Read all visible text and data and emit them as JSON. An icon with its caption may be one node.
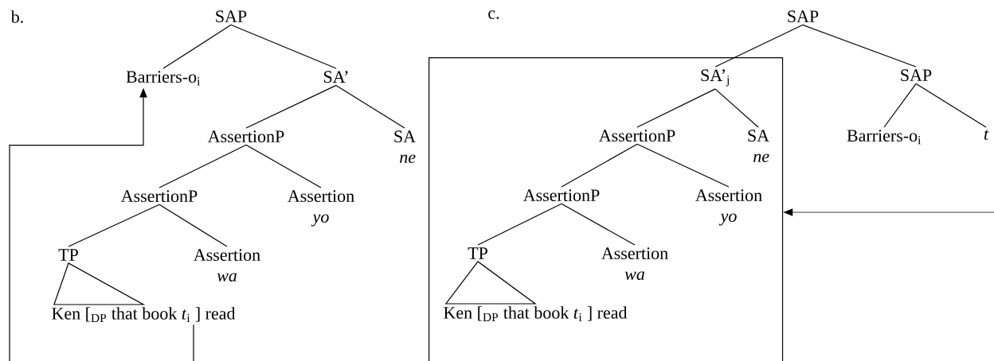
{
  "diagram": {
    "nodes": [
      {
        "text": [
          "SAP"
        ]
      },
      {
        "text": [
          "Barriers-o$_{i}$"
        ]
      },
      {
        "text": [
          "SA’"
        ]
      },
      {
        "text": [
          "AssertionP"
        ]
      },
      {
        "text": [
          "SA",
          "ne"
        ]
      },
      {
        "text": [
          "AssertionP"
        ]
      },
      {
        "text": [
          "Assertion",
          "yo"
        ]
      },
      {
        "text": [
          "TP"
        ]
      },
      {
        "text": [
          "Assertion",
          "wa"
        ]
      },
      {
        "text": [
          "Ken [$_{DP}$ that book *t*$_{i}$ ] read"
        ]
      },
      {
        "text": [
          "SAP"
        ]
      },
      {
        "text": [],
        "shape": "box"
      },
      {
        "text": [
          "SA’$_{j}$"
        ],
        "in": 11
      },
      {
        "text": [
          "AssertionP"
        ],
        "in": 11
      },
      {
        "text": [
          "SA",
          "ne"
        ],
        "in": 11
      },
      {
        "text": [
          "AssertionP"
        ],
        "in": 11
      },
      {
        "text": [
          "Assertion",
          "yo"
        ],
        "in": 11
      },
      {
        "text": [
          "TP"
        ],
        "in": 11
      },
      {
        "text": [
          "Assertion",
          "wa"
        ],
        "in": 11
      },
      {
        "text": [
          "Ken [$_{DP}$ that book *t*$_{i}$ ] read"
        ],
        "in": 11
      },
      {
        "text": [
          "SAP"
        ]
      },
      {
        "text": [
          "Barriers-o$_{i}$"
        ]
      },
      {
        "text": [
          "t"
        ]
      }
    ],
    "edges": [
      {
        "from": 0,
        "to": 1,
        "arrow": "none"
      },
      {
        "from": 0,
        "to": 2,
        "arrow": "none"
      },
      {
        "from": 2,
        "to": 3,
        "arrow": "none"
      },
      {
        "from": 2,
        "to": 4,
        "arrow": "none"
      },
      {
        "from": 3,
        "to": 5,
        "arrow": "none"
      },
      {
        "from": 3,
        "to": 6,
        "arrow": "none"
      },
      {
        "from": 5,
        "to": 7,
        "arrow": "none"
      },
      {
        "from": 5,
        "to": 8,
        "arrow": "none"
      },
      {
        "from": 7,
        "to": 9,
        "arrow": "none"
      },
      {
        "from": 9,
        "to": 1,
        "arrow": "to"
      },
      {
        "from": 10,
        "to": 12,
        "arrow": "none"
      },
      {
        "from": 10,
        "to": 20,
        "arrow": "none"
      },
      {
        "from": 12,
        "to": 13,
        "arrow": "none"
      },
      {
        "from": 12,
        "to": 14,
        "arrow": "none"
      },
      {
        "from": 13,
        "to": 15,
        "arrow": "none"
      },
      {
        "from": 13,
        "to": 16,
        "arrow": "none"
      },
      {
        "from": 15,
        "to": 17,
        "arrow": "none"
      },
      {
        "from": 15,
        "to": 18,
        "arrow": "none"
      },
      {
        "from": 17,
        "to": 19,
        "arrow": "none"
      },
      {
        "from": 20,
        "to": 21,
        "arrow": "none"
      },
      {
        "from": 20,
        "to": 22,
        "arrow": "none"
      },
      {
        "from": null,
        "to": 11,
        "arrow": "to"
      }
    ],
    "labels": [
      "b.",
      "c."
    ]
  }
}
